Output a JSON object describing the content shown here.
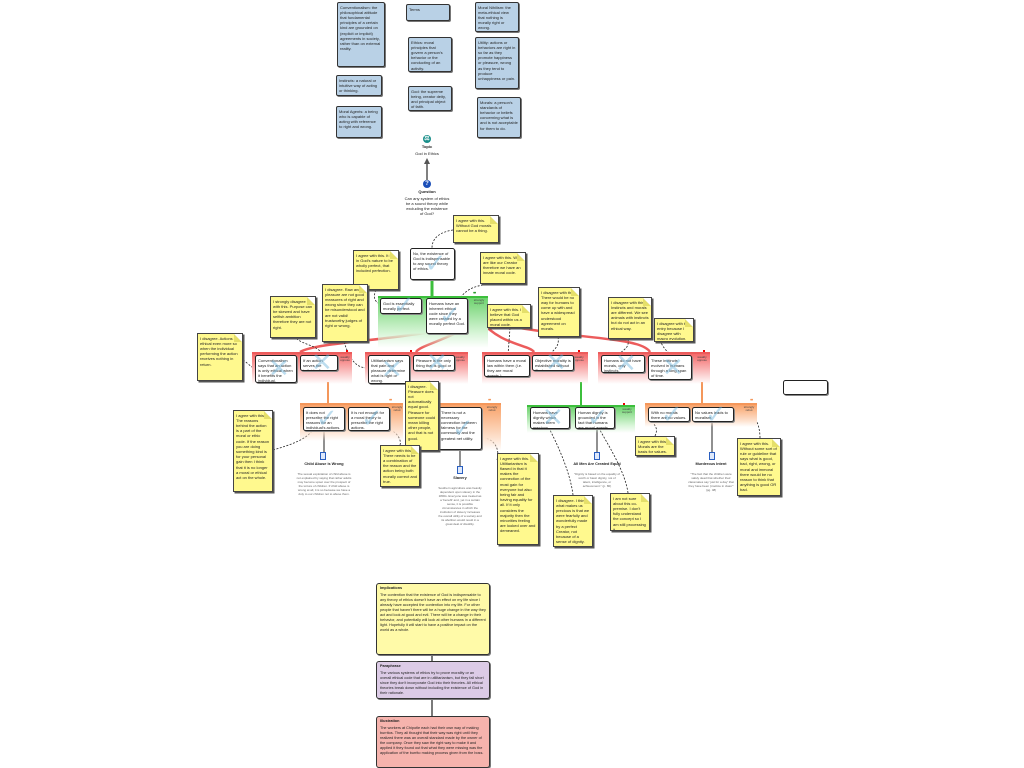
{
  "terms": {
    "conventionalism": "Conventionalism: the philosophical attitude that fundamental principles of a certain kind are grounded on (explicit or implicit) agreements in society, rather than on external reality.",
    "instincts": "Instincts: a natural or intuitive way of acting or thinking.",
    "moral_agent": "Moral Agents: a being who is capable of acting with reference to right and wrong.",
    "terms_header": "Terms",
    "ethics": "Ethics: moral principles that govern a person's behavior or the conducting of an activity.",
    "god": "God: the supreme being, creator deity, and principal object of faith.",
    "moral_nihilism": "Moral Nihilism: the meta-ethical view that nothing is morally right or wrong.",
    "utility": "Utility: actions or behaviors are right in so far as they promote happiness or pleasure, wrong as they tend to produce unhappiness or pain.",
    "morals": "Morals: a person's standards of behavior or beliefs concerning what is and is not acceptable for them to do."
  },
  "topic": {
    "label": "Topic",
    "text": "God in Ethics"
  },
  "question": {
    "label": "Question",
    "text": "Can any system of ethics be a sound theory while excluding the existence of God?"
  },
  "claims": {
    "main": "No, the existence of God is indispensable to any sound theory of ethics.",
    "r1a": "God is essentially morally perfect.",
    "r1b": "Humans have an inherent ethical code since they were created by a morally perfect God.",
    "o1a": "Conventionalism says that an action is only ethical when it benefits the individual.",
    "o1b": "If an action serves the individual's purposes it is right.",
    "o2a": "Utilitarianism says that pain and pleasure determine what is right or wrong.",
    "o2b": "Pleasure is the only thing that is good or its pain that is bad.",
    "o3a": "Humans have a moral law within them (i.e. they are moral agents.)",
    "o3b": "Objective morality is established without God.",
    "o4a": "Humans do not have morals, only instincts.",
    "o4b": "These instincts evolved in humans through a long span of time.",
    "p1a": "It does not prescribe the right reasons for an individual's actions.",
    "p1b": "It is not enough for a moral theory to prescribe the right actions.",
    "p2a": "There is not a necessary connection between fairness for the community and the greatest net utility.",
    "s1a": "Humans have dignity which makes them precious.",
    "s1b": "Human dignity is grounded in the fact that humans are moral agents.",
    "p3a": "With no morals there are no values.",
    "p3b": "No values leads to moralism."
  },
  "group_labels": {
    "strongly_support": "strongly support",
    "weakly_oppose": "weakly oppose",
    "strongly_rebut": "strongly rebut",
    "weakly_support": "weakly support"
  },
  "notes": {
    "n1": "I agree with this. Without God morals cannot be a thing.",
    "n2": "I agree with this. It is in God's nature to be wholly perfect, that included perfection.",
    "n3": "I agree with this. We are like our Creator therefore we have an innate moral code.",
    "n4": "I strongly disagree with this. Purpose can be skewed and have selfish ambition therefore they are not right.",
    "n5": "I disagree. Raw and pleasure are not good measures of right and wrong since they can be misunderstood and are not valid/ trustworthy judges of right or wrong.",
    "n6": "I agree with this. I believe that God placed within us a moral code.",
    "n7": "I disagree with this. There would be no way for humans to come up with and have a widespread understood agreement on morals.",
    "n8": "I disagree with this. Instincts and morals are different. We see animals with instincts but do not act in an ethical way.",
    "n9": "I disagree with this entry because I disagree with macro evolution.",
    "n10": "I disagree. Actions are ethical even more so when the individual performing the action receives nothing in return.",
    "n11": "I disagree. Pleasure does not automatically equal good. Pleasure for someone could mean killing other people, and that is not good.",
    "n12": "I agree with this. The reasons behind the action is a part of the moral or ethic code. If the reason you are doing something kind is for your personal gain then I think that it is no longer a moral or ethical act on the whole.",
    "n13": "I agree with this. There needs to be a combination of the reason and the action being both morally correct and true.",
    "n14": "I agree with this. Utilitarianism is flawed in that it makes the connection of the most gain for everyone but also being fair and having equality for all. If it only considers the majority then the minorities feeling are looked over and demeaned.",
    "n15": "I disagree. I think what makes us precious is that we were fearfully and wonderfully made by a perfect Creator, not because of a sense of dignity.",
    "n16": "I am not sure about this co-premise. I don't fully understand the concept so I am still processing it.",
    "n17": "I agree with this. Morals are the basis for values.",
    "n18": "I agree with this. Without some sort of rule or guideline that says what is good, bad, right, wrong, or moral and immoral there would be no reason to think that anything is good OR bad."
  },
  "evidence": [
    {
      "title": "Child Abuse is Wrong",
      "text": "The sexual exploitation of child abuse is not explained by saying that rather adults may become upset over the prospect of the torture of children. If child abuse is wrong at all, it is so because we have a duty to our children not to abuse them."
    },
    {
      "title": "Slavery",
      "text": "Southern agriculture was heavily dependent upon slavery in the 1800s. Everyone was treated as a 'benefit' and, yet in a certain sense, it is possible circumstances in which the institution of slavery increases the overall utility of a society and its abolition would result in a great deal of disutility."
    },
    {
      "title": "All Men Are Created Equal",
      "text": "\"Dignity is based on the equality of worth or basic dignity, not of talent, intelligence, or achievement.\" (p. 80)"
    },
    {
      "title": "Murderous Intent",
      "text": "\"The fact that the children were safely dead that whether their classmates say 'just for a day' that they have been 'practice in class'\" (pg. 48)"
    }
  ],
  "implications": {
    "title": "Implications",
    "text": "The contention that the existence of God is indispensable to any theory of ethics doesn't have an effect on my life since I already have accepted the contention into my life. For other people that haven't there will be a huge change in the way they act and look at good and evil. There will be a change in their behavior, and potentially will look at other humans in a different light. Hopefully it will start to have a positive impact on the world as a whole."
  },
  "paraphrase": {
    "title": "Paraphrase",
    "text": "The various systems of ethics try to prove morality or an overall ethical code that are in utilitarianism, but they fall short since they don't incorporate God into their theories. All ethical theories break down without including the existence of God in their rationale."
  },
  "illustration": {
    "title": "Illustration",
    "text": "The workers at Chipotle each had their own way of making burritos. They all thought that their way was right until they realized there was an overall standard made by the owner of the company. Once they saw the right way to make it and applied it they found out that what they were missing was the application of the burrito making process given from the boss."
  },
  "colors": {
    "term": "#b9d1e6",
    "note": "#fff98e",
    "support": "#3cbf3c",
    "oppose": "#ec5c5c",
    "rebut": "#f4975b",
    "paraphrase": "#dccbe6",
    "illustration": "#f6b3ad",
    "implications": "#fffaa8"
  }
}
